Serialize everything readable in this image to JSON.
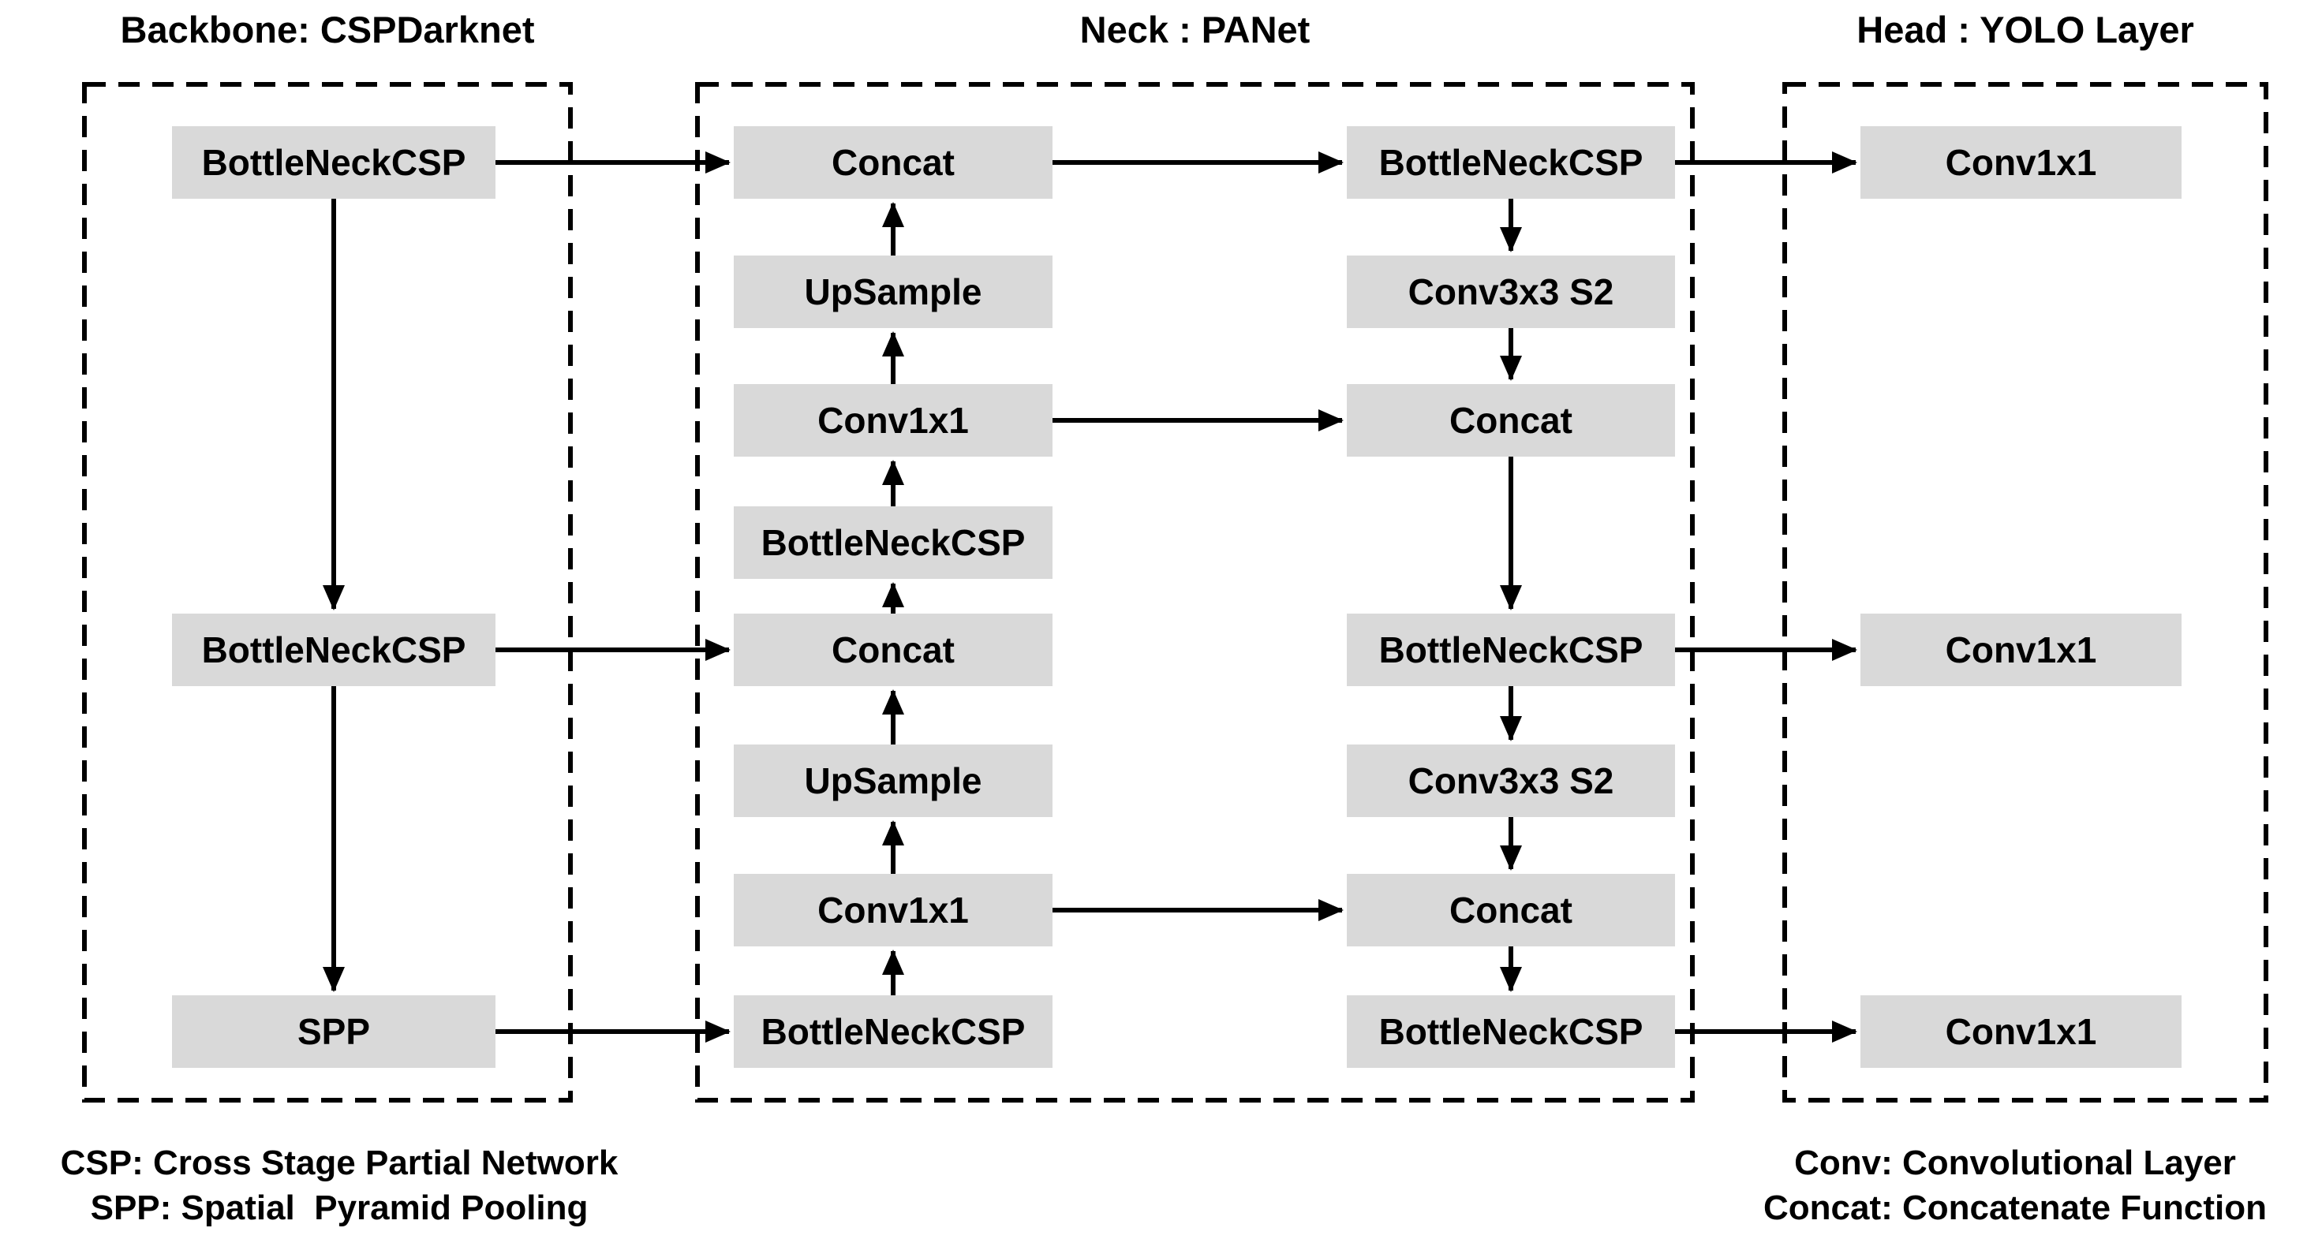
{
  "titles": {
    "backbone": "Backbone: CSPDarknet",
    "neck": "Neck : PANet",
    "head": "Head : YOLO Layer"
  },
  "backbone": {
    "nodes": [
      {
        "label": "BottleNeckCSP"
      },
      {
        "label": "BottleNeckCSP"
      },
      {
        "label": "SPP"
      }
    ]
  },
  "neck": {
    "left_column": [
      {
        "label": "Concat"
      },
      {
        "label": "UpSample"
      },
      {
        "label": "Conv1x1"
      },
      {
        "label": "BottleNeckCSP"
      },
      {
        "label": "Concat"
      },
      {
        "label": "UpSample"
      },
      {
        "label": "Conv1x1"
      },
      {
        "label": "BottleNeckCSP"
      }
    ],
    "right_column": [
      {
        "label": "BottleNeckCSP"
      },
      {
        "label": "Conv3x3 S2"
      },
      {
        "label": "Concat"
      },
      {
        "label": "BottleNeckCSP"
      },
      {
        "label": "Conv3x3 S2"
      },
      {
        "label": "Concat"
      },
      {
        "label": "BottleNeckCSP"
      }
    ]
  },
  "head": {
    "nodes": [
      {
        "label": "Conv1x1"
      },
      {
        "label": "Conv1x1"
      },
      {
        "label": "Conv1x1"
      }
    ]
  },
  "legend": {
    "left": [
      "CSP: Cross Stage Partial Network",
      "SPP: Spatial  Pyramid Pooling"
    ],
    "right": [
      "Conv: Convolutional Layer",
      "Concat: Concatenate Function"
    ]
  },
  "colors": {
    "node_fill": "#d9d9d9",
    "line": "#000000",
    "text": "#000000",
    "background": "#ffffff"
  }
}
